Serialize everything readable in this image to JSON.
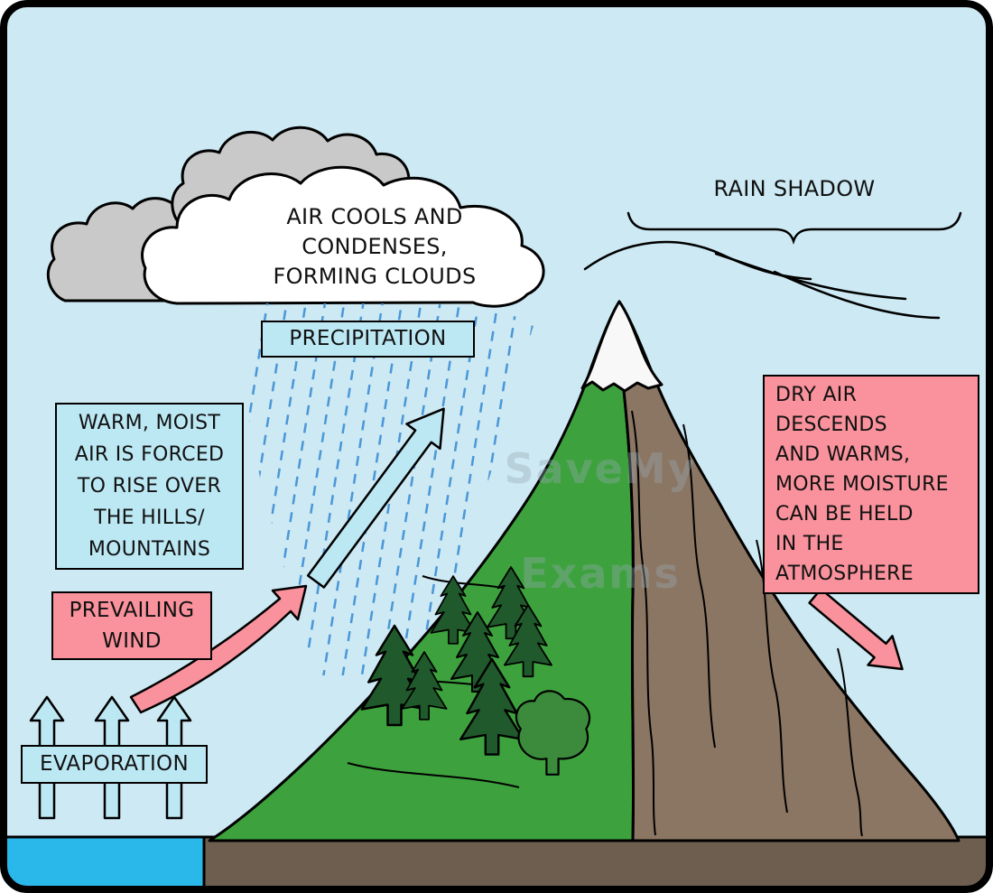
{
  "labels": {
    "cloud": "AIR COOLS AND\nCONDENSES,\nFORMING CLOUDS",
    "rain_shadow": "RAIN SHADOW",
    "precipitation": "PRECIPITATION",
    "warm_moist": "WARM, MOIST\nAIR IS FORCED\nTO RISE OVER\nTHE HILLS/\nMOUNTAINS",
    "prevailing_wind": "PREVAILING\nWIND",
    "evaporation": "EVAPORATION",
    "dry_air": "DRY AIR\nDESCENDS\nAND WARMS,\nMORE MOISTURE\nCAN BE HELD\nIN THE\nATMOSPHERE"
  },
  "watermark": {
    "line1": "SaveMy",
    "line2": "Exams"
  },
  "colors": {
    "sky": "#cde9f3",
    "box_blue": "#bce8f4",
    "box_pink": "#f9929c",
    "mountain_green": "#3da23d",
    "mountain_brown": "#8b7663",
    "snow": "#f8f8f8",
    "water": "#2ab7ea",
    "ground": "#6d5e50",
    "rain_blue": "#4a97d8",
    "cloud_grey": "#c9c9c9",
    "cloud_white": "#ffffff",
    "tree_dark_green": "#20592b",
    "tree_mid_green": "#3c8a3c",
    "outline": "#000000"
  }
}
